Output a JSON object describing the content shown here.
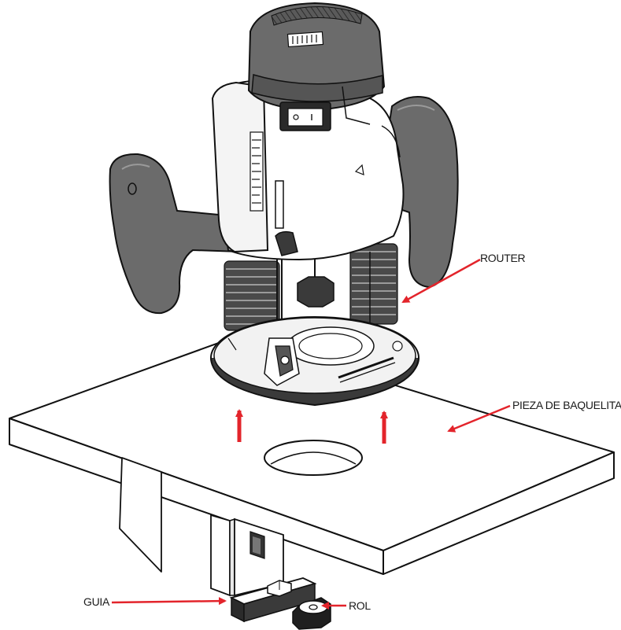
{
  "labels": {
    "router": "ROUTER",
    "pieza": "PIEZA DE BAQUELITA",
    "guia": "GUIA",
    "rol": "ROL"
  },
  "colors": {
    "accent_red": "#e3242b",
    "router_body": "#6b6b6b",
    "router_dark": "#3a3a3a",
    "line": "#111111",
    "plate_fill": "#ffffff"
  },
  "icons": {
    "arrow": "red-arrow",
    "router": "router-tool-illustration"
  }
}
